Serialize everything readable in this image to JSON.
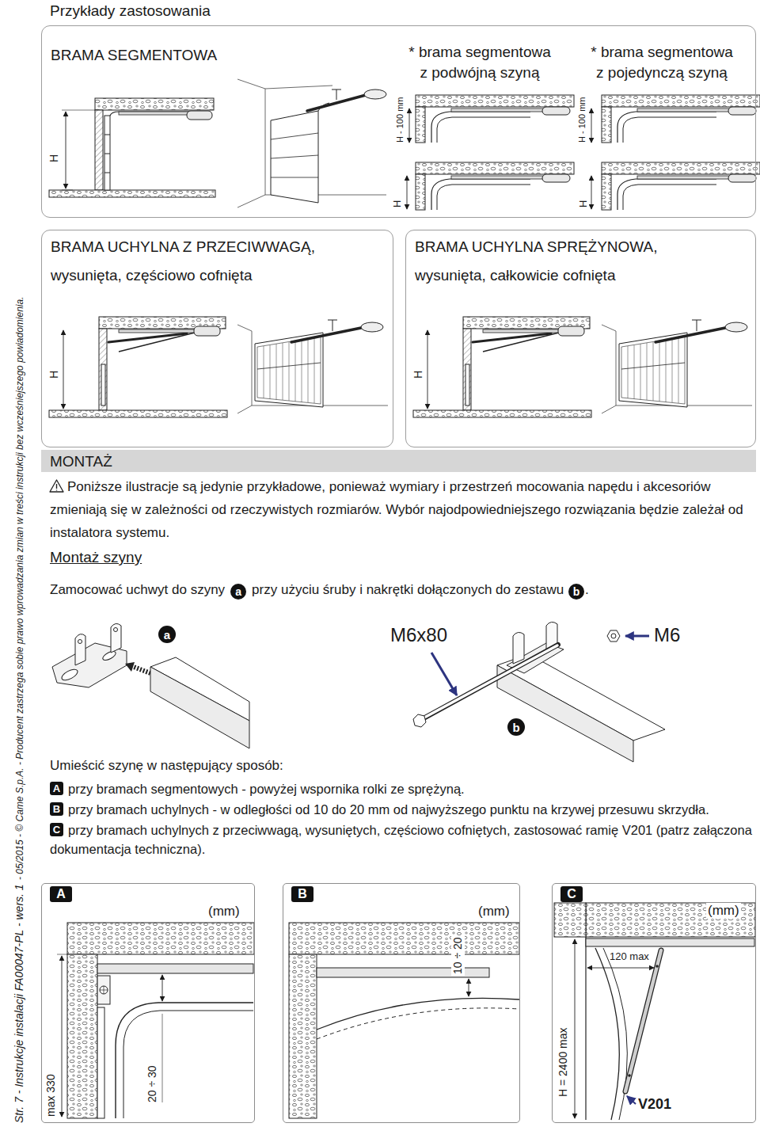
{
  "diagram": {
    "title": "Przykłady zastosowania",
    "nodes": [
      {
        "text": [
          "BRAMA SEGMENTOWA",
          "* brama segmentowa z podwójną szyną",
          "* brama segmentowa z pojedynczą szyną"
        ]
      },
      {
        "text": [
          "BRAMA UCHYLNA Z PRZECIWWAGĄ,",
          "wysunięta, częściowo cofnięta"
        ]
      },
      {
        "text": [
          "BRAMA UCHYLNA SPRĘŻYNOWA,",
          "wysunięta, całkowicie cofnięta"
        ]
      },
      {
        "text": [
          "MONTAŻ"
        ]
      },
      {
        "text": [
          "a"
        ]
      },
      {
        "text": [
          "b"
        ]
      },
      {
        "text": [
          "a"
        ]
      },
      {
        "text": [
          "b"
        ]
      },
      {
        "text": [
          "A"
        ]
      },
      {
        "text": [
          "B"
        ]
      },
      {
        "text": [
          "C"
        ]
      },
      {
        "text": [
          "(mm)"
        ]
      },
      {
        "text": [
          "A"
        ],
        "in": 11
      },
      {
        "text": [
          "(mm)"
        ]
      },
      {
        "text": [
          "B"
        ],
        "in": 13
      },
      {
        "text": [
          "(mm)"
        ]
      },
      {
        "text": [
          "C"
        ],
        "in": 15
      }
    ],
    "labels": [
      "H",
      "H - 100 mm",
      "H - 100 mm",
      "H",
      "H",
      "H",
      "H",
      "Poniższe ilustracje są jedynie przykładowe, ponieważ wymiary i przestrzeń mocowania napędu i akcesoriów zmieniają się w zależności od rzeczywistych rozmiarów. Wybór najodpowiedniejszego rozwiązania będzie zależał od instalatora systemu.",
      "Montaż szyny",
      "Zamocować uchwyt do szyny",
      "przy użyciu śruby i nakrętki dołączonych do zestawu",
      ".",
      "M6x80",
      "M6",
      "Umieścić szynę w następujący sposób:",
      "przy bramach segmentowych - powyżej wspornika rolki ze sprężyną.",
      "przy bramach uchylnych - w odległości od 10 do 20 mm od najwyższego punktu na krzywej przesuwu skrzydła.",
      "przy bramach uchylnych z przeciwwagą, wysuniętych, częściowo cofniętych, zastosować ramię V201 (patrz załączona dokumentacja techniczna).",
      "max 330",
      "20 ÷ 30",
      "10 ÷ 20",
      "120 max",
      "H = 2400 max",
      "V201",
      "Str. 7 - Instrukcje instalacji FA00047-PL - wers. 1",
      "- 05/2015 - © Came S.p.A. - Producent zastrzega sobie prawo wprowadzania zmian w treści instrukcji bez wcześniejszego powiadomienia."
    ]
  }
}
